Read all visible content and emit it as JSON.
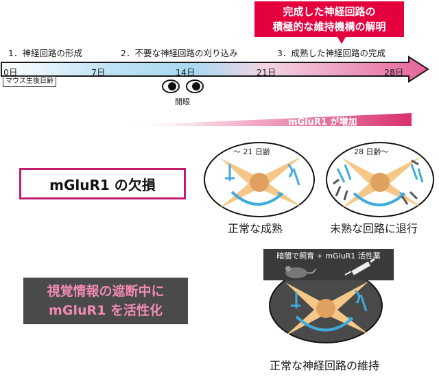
{
  "callout": {
    "line1": "完成した神経回路の",
    "line2": "積極的な維持機構の解明"
  },
  "timeline": {
    "phases": [
      "1．神経回路の形成",
      "2．不要な神経回路の刈り込み",
      "3．成熟した神経回路の完成"
    ],
    "ticks": [
      "0日",
      "7日",
      "14日",
      "21日",
      "28日"
    ],
    "age_label": "マウス生後日齢",
    "eye_opening": "開眼"
  },
  "mglur1_increase": "mGluR1 が増加",
  "deficit_box": "mGluR1 の欠損",
  "activate_box": {
    "line1": "視覚情報の遮断中に",
    "line2": "mGluR1 を活性化"
  },
  "cells": {
    "day21_label": "〜 21 日齢",
    "day28_label": "28 日齢〜",
    "normal_caption": "正常な成熟",
    "regress_caption": "未熟な回路に退行",
    "maintained_caption": "正常な神経回路の維持"
  },
  "dark_rearing": "暗闇で飼育 + mGluR1 活性薬",
  "colors": {
    "callout_red": "#e4003d",
    "box_magenta": "#c21e6d",
    "cell_body": "#f5c88a",
    "nucleus": "#e0a060",
    "fiber_blue": "#40aadd",
    "increase_pink": "#d9316e"
  }
}
